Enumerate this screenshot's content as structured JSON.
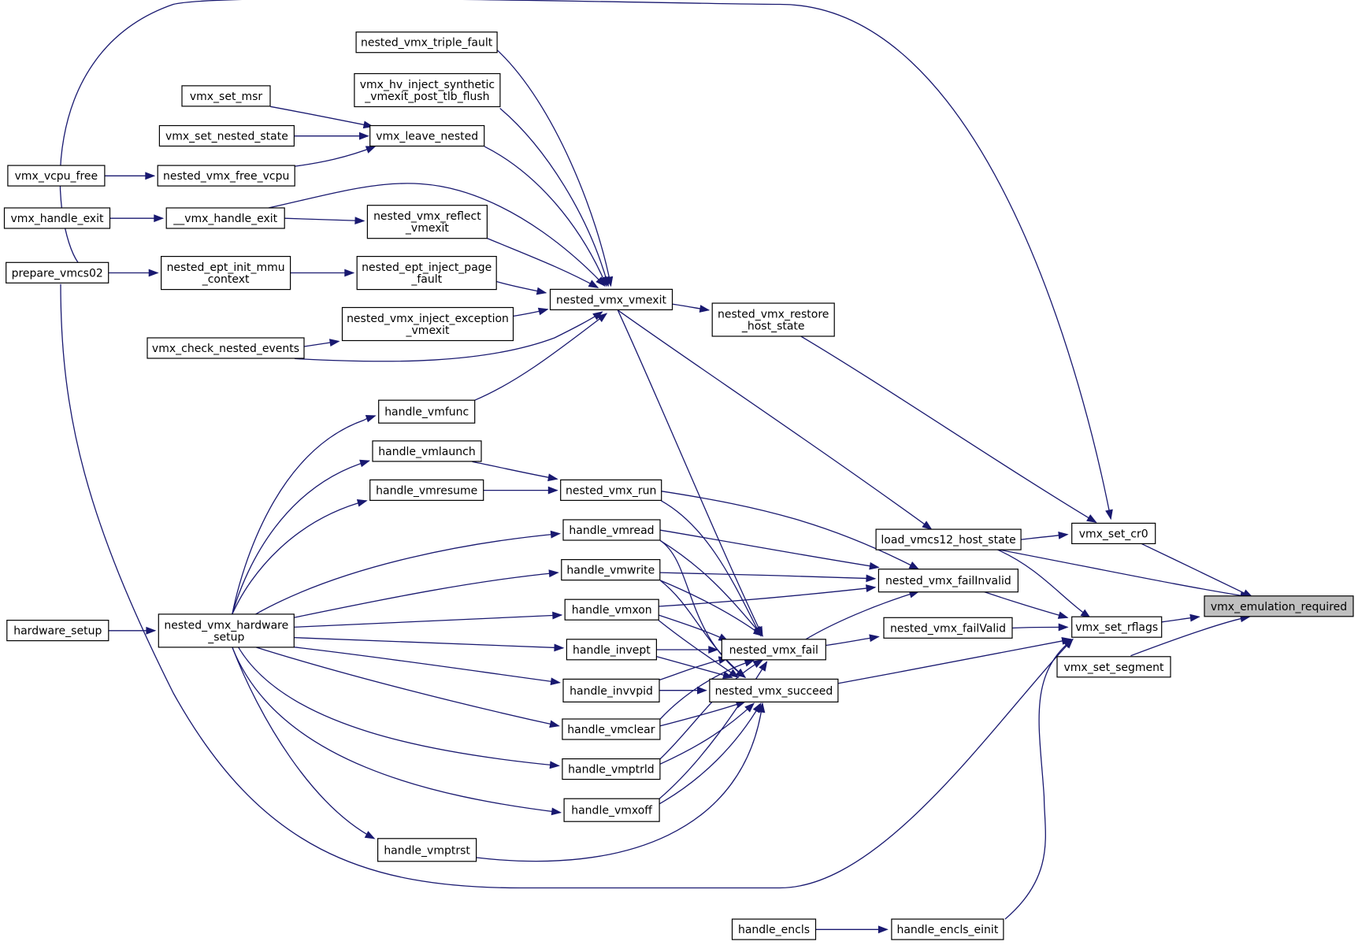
{
  "colors": {
    "edge": "#191970",
    "node_border": "#000000",
    "node_fill": "#ffffff",
    "focus_fill": "#bfbfbf"
  },
  "nodes": {
    "vmx_emulation_required": {
      "lines": [
        "vmx_emulation_required"
      ],
      "focus": true
    },
    "vmx_set_cr0": {
      "lines": [
        "vmx_set_cr0"
      ]
    },
    "vmx_set_rflags": {
      "lines": [
        "vmx_set_rflags"
      ]
    },
    "vmx_set_segment": {
      "lines": [
        "vmx_set_segment"
      ]
    },
    "load_vmcs12_host_state": {
      "lines": [
        "load_vmcs12_host_state"
      ]
    },
    "nested_vmx_failInvalid": {
      "lines": [
        "nested_vmx_failInvalid"
      ]
    },
    "nested_vmx_failValid": {
      "lines": [
        "nested_vmx_failValid"
      ]
    },
    "nested_vmx_fail": {
      "lines": [
        "nested_vmx_fail"
      ]
    },
    "nested_vmx_succeed": {
      "lines": [
        "nested_vmx_succeed"
      ]
    },
    "handle_encls_einit": {
      "lines": [
        "handle_encls_einit"
      ]
    },
    "handle_encls": {
      "lines": [
        "handle_encls"
      ]
    },
    "nested_vmx_restore_host_state": {
      "lines": [
        "nested_vmx_restore",
        "_host_state"
      ]
    },
    "nested_vmx_vmexit": {
      "lines": [
        "nested_vmx_vmexit"
      ]
    },
    "nested_vmx_run": {
      "lines": [
        "nested_vmx_run"
      ]
    },
    "handle_vmread": {
      "lines": [
        "handle_vmread"
      ]
    },
    "handle_vmwrite": {
      "lines": [
        "handle_vmwrite"
      ]
    },
    "handle_vmxon": {
      "lines": [
        "handle_vmxon"
      ]
    },
    "handle_invept": {
      "lines": [
        "handle_invept"
      ]
    },
    "handle_invvpid": {
      "lines": [
        "handle_invvpid"
      ]
    },
    "handle_vmclear": {
      "lines": [
        "handle_vmclear"
      ]
    },
    "handle_vmptrld": {
      "lines": [
        "handle_vmptrld"
      ]
    },
    "handle_vmxoff": {
      "lines": [
        "handle_vmxoff"
      ]
    },
    "handle_vmptrst": {
      "lines": [
        "handle_vmptrst"
      ]
    },
    "handle_vmfunc": {
      "lines": [
        "handle_vmfunc"
      ]
    },
    "handle_vmlaunch": {
      "lines": [
        "handle_vmlaunch"
      ]
    },
    "handle_vmresume": {
      "lines": [
        "handle_vmresume"
      ]
    },
    "nested_vmx_triple_fault": {
      "lines": [
        "nested_vmx_triple_fault"
      ]
    },
    "vmx_hv_inject_synthetic_vmexit_post_tlb_flush": {
      "lines": [
        "vmx_hv_inject_synthetic",
        "_vmexit_post_tlb_flush"
      ]
    },
    "vmx_leave_nested": {
      "lines": [
        "vmx_leave_nested"
      ]
    },
    "nested_vmx_reflect_vmexit": {
      "lines": [
        "nested_vmx_reflect",
        "_vmexit"
      ]
    },
    "nested_ept_inject_page_fault": {
      "lines": [
        "nested_ept_inject_page",
        "_fault"
      ]
    },
    "nested_vmx_inject_exception_vmexit": {
      "lines": [
        "nested_vmx_inject_exception",
        "_vmexit"
      ]
    },
    "vmx_set_msr": {
      "lines": [
        "vmx_set_msr"
      ]
    },
    "vmx_set_nested_state": {
      "lines": [
        "vmx_set_nested_state"
      ]
    },
    "nested_vmx_free_vcpu": {
      "lines": [
        "nested_vmx_free_vcpu"
      ]
    },
    "vmx_vcpu_free": {
      "lines": [
        "vmx_vcpu_free"
      ]
    },
    "__vmx_handle_exit": {
      "lines": [
        "__vmx_handle_exit"
      ]
    },
    "vmx_handle_exit": {
      "lines": [
        "vmx_handle_exit"
      ]
    },
    "nested_ept_init_mmu_context": {
      "lines": [
        "nested_ept_init_mmu",
        "_context"
      ]
    },
    "prepare_vmcs02": {
      "lines": [
        "prepare_vmcs02"
      ]
    },
    "vmx_check_nested_events": {
      "lines": [
        "vmx_check_nested_events"
      ]
    },
    "nested_vmx_hardware_setup": {
      "lines": [
        "nested_vmx_hardware",
        "_setup"
      ]
    },
    "hardware_setup": {
      "lines": [
        "hardware_setup"
      ]
    }
  },
  "edges": [
    [
      "vmx_set_cr0",
      "vmx_emulation_required"
    ],
    [
      "vmx_set_rflags",
      "vmx_emulation_required"
    ],
    [
      "vmx_set_segment",
      "vmx_emulation_required"
    ],
    [
      "load_vmcs12_host_state",
      "vmx_emulation_required"
    ],
    [
      "load_vmcs12_host_state",
      "vmx_set_cr0"
    ],
    [
      "nested_vmx_restore_host_state",
      "vmx_set_cr0"
    ],
    [
      "prepare_vmcs02",
      "vmx_set_cr0"
    ],
    [
      "nested_vmx_failInvalid",
      "vmx_set_rflags"
    ],
    [
      "nested_vmx_failValid",
      "vmx_set_rflags"
    ],
    [
      "nested_vmx_succeed",
      "vmx_set_rflags"
    ],
    [
      "handle_encls_einit",
      "vmx_set_rflags"
    ],
    [
      "load_vmcs12_host_state",
      "vmx_set_rflags"
    ],
    [
      "prepare_vmcs02",
      "vmx_set_rflags"
    ],
    [
      "handle_encls",
      "handle_encls_einit"
    ],
    [
      "nested_vmx_vmexit",
      "load_vmcs12_host_state"
    ],
    [
      "nested_vmx_fail",
      "nested_vmx_failInvalid"
    ],
    [
      "nested_vmx_run",
      "nested_vmx_failInvalid"
    ],
    [
      "handle_vmread",
      "nested_vmx_failInvalid"
    ],
    [
      "handle_vmwrite",
      "nested_vmx_failInvalid"
    ],
    [
      "handle_vmxon",
      "nested_vmx_failInvalid"
    ],
    [
      "nested_vmx_fail",
      "nested_vmx_failValid"
    ],
    [
      "nested_vmx_run",
      "nested_vmx_fail"
    ],
    [
      "handle_vmread",
      "nested_vmx_fail"
    ],
    [
      "handle_vmwrite",
      "nested_vmx_fail"
    ],
    [
      "handle_vmxon",
      "nested_vmx_fail"
    ],
    [
      "handle_invept",
      "nested_vmx_fail"
    ],
    [
      "handle_invvpid",
      "nested_vmx_fail"
    ],
    [
      "handle_vmclear",
      "nested_vmx_fail"
    ],
    [
      "handle_vmptrld",
      "nested_vmx_fail"
    ],
    [
      "handle_vmxoff",
      "nested_vmx_fail"
    ],
    [
      "nested_vmx_vmexit",
      "nested_vmx_fail"
    ],
    [
      "handle_vmread",
      "nested_vmx_succeed"
    ],
    [
      "handle_vmwrite",
      "nested_vmx_succeed"
    ],
    [
      "handle_vmxon",
      "nested_vmx_succeed"
    ],
    [
      "handle_invept",
      "nested_vmx_succeed"
    ],
    [
      "handle_invvpid",
      "nested_vmx_succeed"
    ],
    [
      "handle_vmclear",
      "nested_vmx_succeed"
    ],
    [
      "handle_vmptrld",
      "nested_vmx_succeed"
    ],
    [
      "handle_vmxoff",
      "nested_vmx_succeed"
    ],
    [
      "handle_vmptrst",
      "nested_vmx_succeed"
    ],
    [
      "nested_vmx_vmexit",
      "nested_vmx_restore_host_state"
    ],
    [
      "nested_vmx_triple_fault",
      "nested_vmx_vmexit"
    ],
    [
      "vmx_hv_inject_synthetic_vmexit_post_tlb_flush",
      "nested_vmx_vmexit"
    ],
    [
      "vmx_leave_nested",
      "nested_vmx_vmexit"
    ],
    [
      "__vmx_handle_exit",
      "nested_vmx_vmexit"
    ],
    [
      "nested_vmx_reflect_vmexit",
      "nested_vmx_vmexit"
    ],
    [
      "nested_ept_inject_page_fault",
      "nested_vmx_vmexit"
    ],
    [
      "nested_vmx_inject_exception_vmexit",
      "nested_vmx_vmexit"
    ],
    [
      "vmx_check_nested_events",
      "nested_vmx_vmexit"
    ],
    [
      "handle_vmfunc",
      "nested_vmx_vmexit"
    ],
    [
      "vmx_set_msr",
      "vmx_leave_nested"
    ],
    [
      "vmx_set_nested_state",
      "vmx_leave_nested"
    ],
    [
      "nested_vmx_free_vcpu",
      "vmx_leave_nested"
    ],
    [
      "vmx_vcpu_free",
      "nested_vmx_free_vcpu"
    ],
    [
      "vmx_handle_exit",
      "__vmx_handle_exit"
    ],
    [
      "__vmx_handle_exit",
      "nested_vmx_reflect_vmexit"
    ],
    [
      "nested_ept_init_mmu_context",
      "nested_ept_inject_page_fault"
    ],
    [
      "prepare_vmcs02",
      "nested_ept_init_mmu_context"
    ],
    [
      "vmx_check_nested_events",
      "nested_vmx_inject_exception_vmexit"
    ],
    [
      "handle_vmlaunch",
      "nested_vmx_run"
    ],
    [
      "handle_vmresume",
      "nested_vmx_run"
    ],
    [
      "nested_vmx_hardware_setup",
      "handle_vmfunc"
    ],
    [
      "nested_vmx_hardware_setup",
      "handle_vmlaunch"
    ],
    [
      "nested_vmx_hardware_setup",
      "handle_vmresume"
    ],
    [
      "nested_vmx_hardware_setup",
      "handle_vmread"
    ],
    [
      "nested_vmx_hardware_setup",
      "handle_vmwrite"
    ],
    [
      "nested_vmx_hardware_setup",
      "handle_vmxon"
    ],
    [
      "nested_vmx_hardware_setup",
      "handle_invept"
    ],
    [
      "nested_vmx_hardware_setup",
      "handle_invvpid"
    ],
    [
      "nested_vmx_hardware_setup",
      "handle_vmclear"
    ],
    [
      "nested_vmx_hardware_setup",
      "handle_vmptrld"
    ],
    [
      "nested_vmx_hardware_setup",
      "handle_vmxoff"
    ],
    [
      "nested_vmx_hardware_setup",
      "handle_vmptrst"
    ],
    [
      "hardware_setup",
      "nested_vmx_hardware_setup"
    ]
  ]
}
